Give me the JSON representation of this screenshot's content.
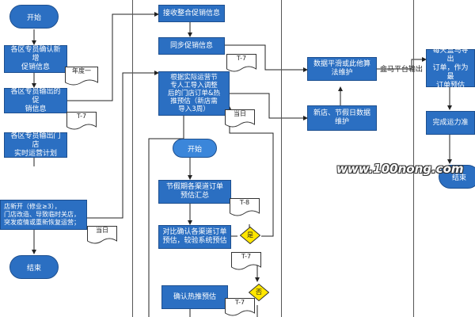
{
  "colors": {
    "box": "#2b6fc2",
    "pill": "#3b86da",
    "decision": "#ffe600",
    "line": "#222222"
  },
  "lane1": {
    "start": "开始",
    "confirm_promo": "各区专员确认新增\n促销信息",
    "doc_annual": "年度一",
    "export_promo": "各区专员输出的促\n销信息",
    "doc_t7_a": "T-7",
    "export_plan": "各区专员输出门店\n实时运营计划",
    "open_info": "店新开（修业≥3），\n门店改造、导致临时关店，\n突发疫情或重新恢复运营；",
    "doc_today_a": "当日",
    "end": "结束"
  },
  "lane2": {
    "receive_info": "接收整合促销信息",
    "sync_promo": "同步促销信息",
    "doc_t7_b": "T-7",
    "forecast": "根据实际运营节\n专人工导入调整\n后的门店订单&热\n推预估（新店需\n导入3周）",
    "doc_today_b": "当日",
    "start": "开始",
    "holiday_summary": "节假期各渠道订单\n预估汇总",
    "doc_t8": "T-8",
    "compare": "对比确认各渠道订单\n预估，较验系统预估",
    "decision_yes": "是",
    "doc_t7_c": "T-7",
    "decision_no": "否",
    "confirm_forecast": "确认热推预估",
    "doc_t7_d": "T-7"
  },
  "lane3": {
    "smooth": "数据平滑或此他算\n法维护",
    "new_store": "新店、节假日数据\n维护",
    "output_label": "盒马平台输出"
  },
  "lane4": {
    "daily": "每天盒马导出\n订单，作为最\n订单预估",
    "complete": "完成运力准",
    "end": "结束"
  },
  "watermark": "www.100nong.com"
}
